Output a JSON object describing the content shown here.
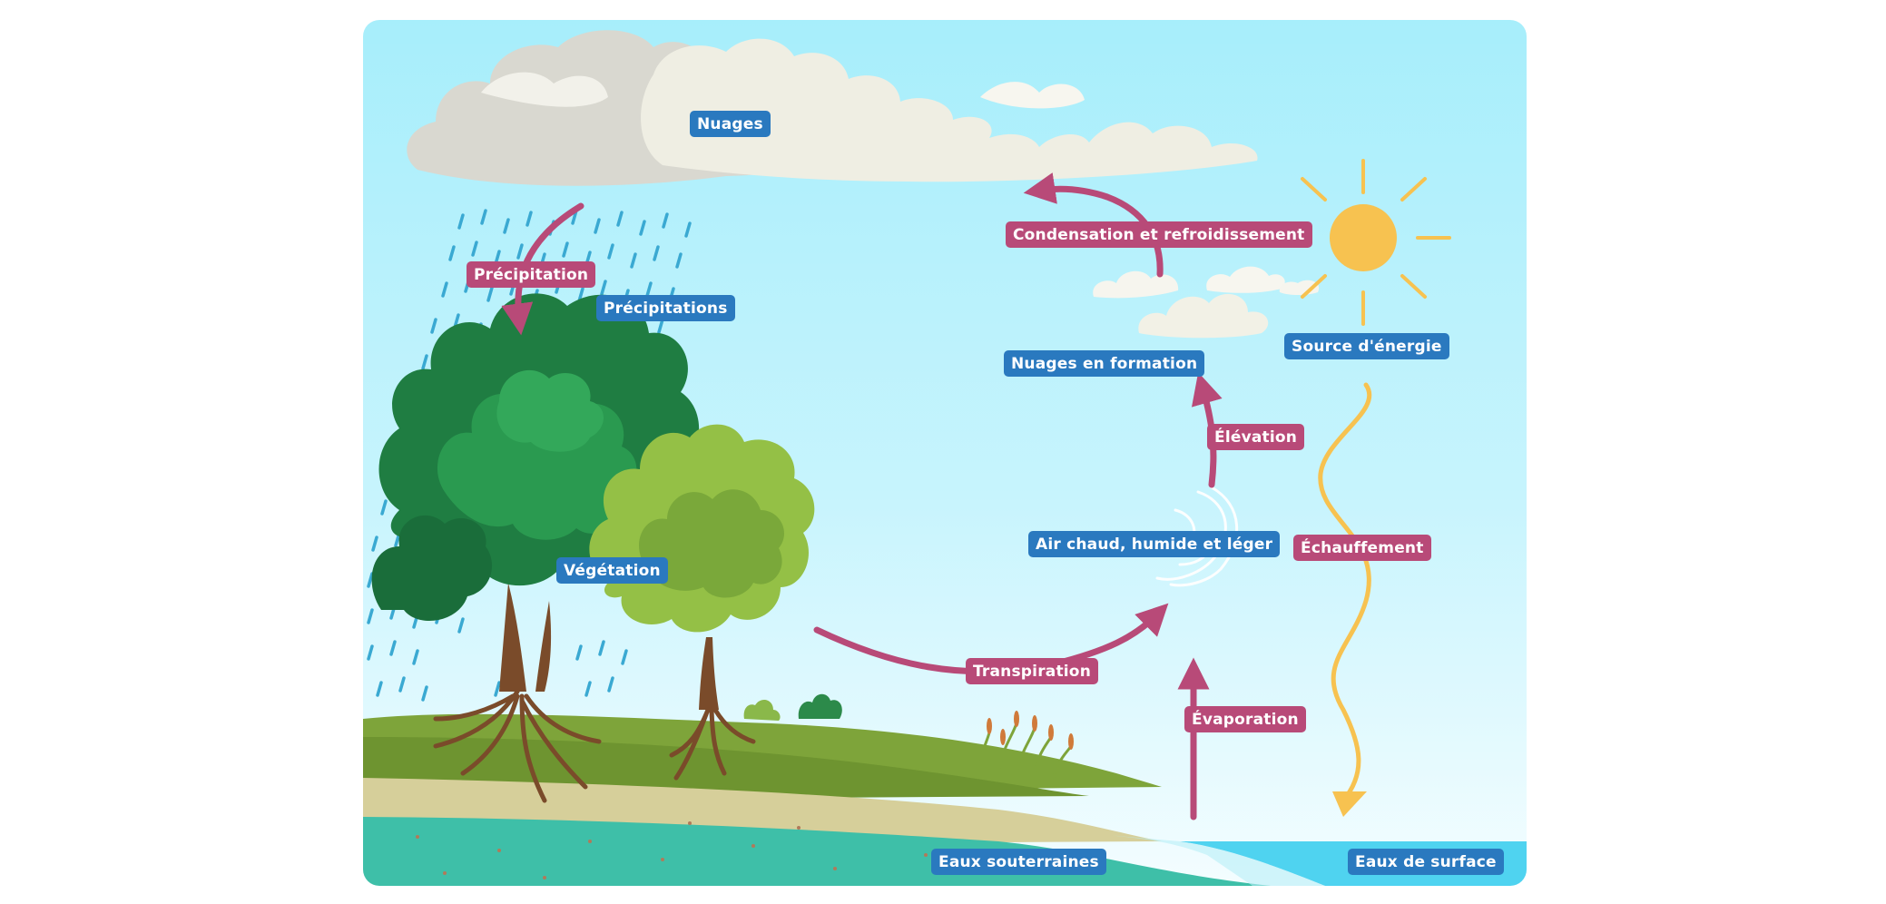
{
  "labels": {
    "nuages": "Nuages",
    "precipitation": "Précipitation",
    "precipitations": "Précipitations",
    "vegetation": "Végétation",
    "transpiration": "Transpiration",
    "condensation": "Condensation et refroidissement",
    "nuages_formation": "Nuages en formation",
    "elevation": "Élévation",
    "air_chaud": "Air chaud, humide et léger",
    "evaporation": "Évaporation",
    "source_energie": "Source d'énergie",
    "echauffement": "Échauffement",
    "eaux_souterraines": "Eaux souterraines",
    "eaux_surface": "Eaux de surface"
  },
  "colors": {
    "sky_top": "#a7eefb",
    "sky_bottom": "#eafbff",
    "label_blue": "#2a79bf",
    "label_pink": "#b84a78",
    "arrow": "#b84a78",
    "sun": "#f7c250",
    "grass": "#7ea43a",
    "sand": "#d6cf9a",
    "groundwater": "#3ebfa8",
    "surface_water": "#4fd3f0",
    "rain": "#3aa9d2"
  }
}
